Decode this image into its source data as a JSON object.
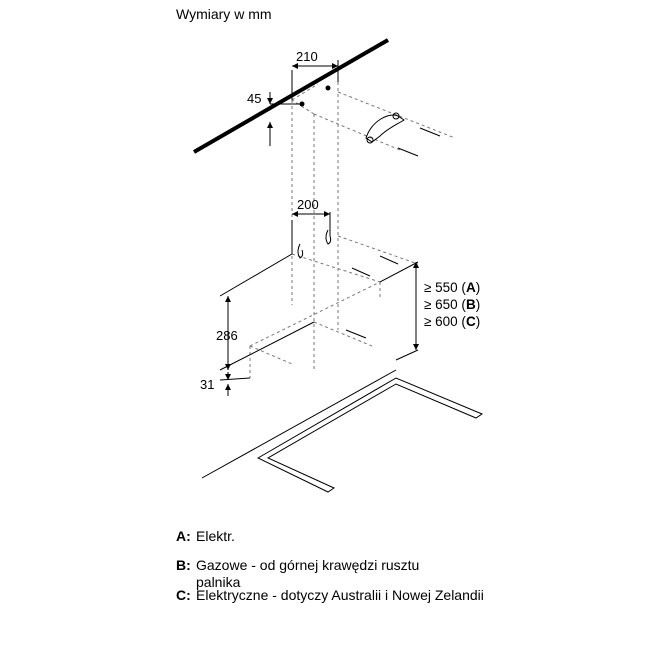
{
  "header": {
    "title": "Wymiary w mm"
  },
  "dimensions": {
    "top_width": "210",
    "top_offset": "45",
    "mid_width": "200",
    "height": "286",
    "bottom_offset": "31",
    "clearance_a_prefix": "≥ 550 (",
    "clearance_a_key": "A",
    "clearance_b_prefix": "≥ 650 (",
    "clearance_b_key": "B",
    "clearance_c_prefix": "≥ 600 (",
    "clearance_c_key": "C",
    "close_paren": ")"
  },
  "legend": [
    {
      "key": "A:",
      "text": "Elektr."
    },
    {
      "key": "B:",
      "text": "Gazowe - od górnej krawędzi rusztu palnika"
    },
    {
      "key": "C:",
      "text": "Elektryczne - dotyczy Australii i Nowej Zelandii"
    }
  ]
}
